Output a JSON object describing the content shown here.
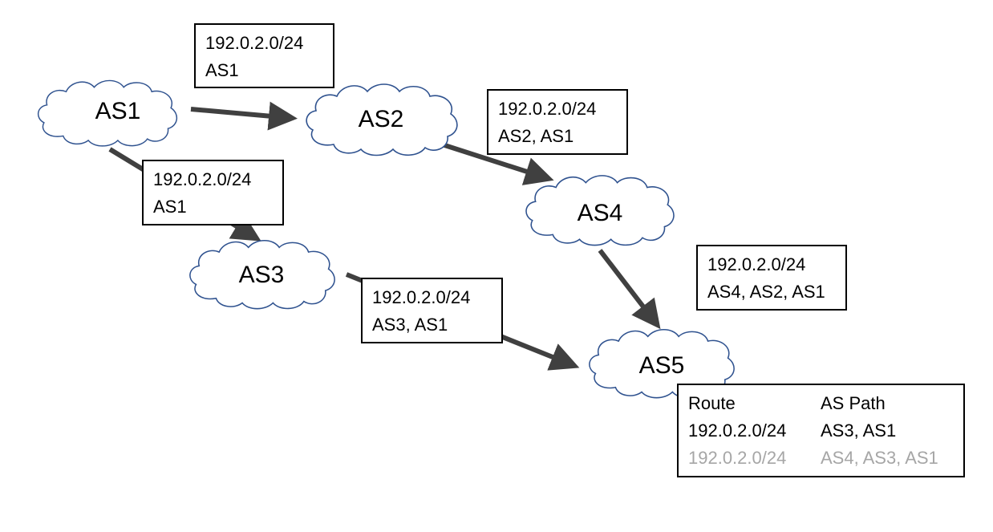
{
  "colors": {
    "cloud_stroke": "#2f528f",
    "arrow": "#404040",
    "stale_route": "#a6a6a6"
  },
  "nodes": {
    "as1": "AS1",
    "as2": "AS2",
    "as3": "AS3",
    "as4": "AS4",
    "as5": "AS5"
  },
  "announcements": {
    "as1_to_as2": {
      "prefix": "192.0.2.0/24",
      "path": "AS1"
    },
    "as1_to_as3": {
      "prefix": "192.0.2.0/24",
      "path": "AS1"
    },
    "as2_to_as4": {
      "prefix": "192.0.2.0/24",
      "path": "AS2, AS1"
    },
    "as4_to_as5": {
      "prefix": "192.0.2.0/24",
      "path": "AS4, AS2, AS1"
    },
    "as3_to_as5": {
      "prefix": "192.0.2.0/24",
      "path": "AS3, AS1"
    }
  },
  "as5_table": {
    "headers": {
      "route": "Route",
      "as_path": "AS Path"
    },
    "rows": [
      {
        "route": "192.0.2.0/24",
        "as_path": "AS3, AS1",
        "status": "best"
      },
      {
        "route": "192.0.2.0/24",
        "as_path": "AS4, AS3, AS1",
        "status": "not-selected"
      }
    ]
  }
}
